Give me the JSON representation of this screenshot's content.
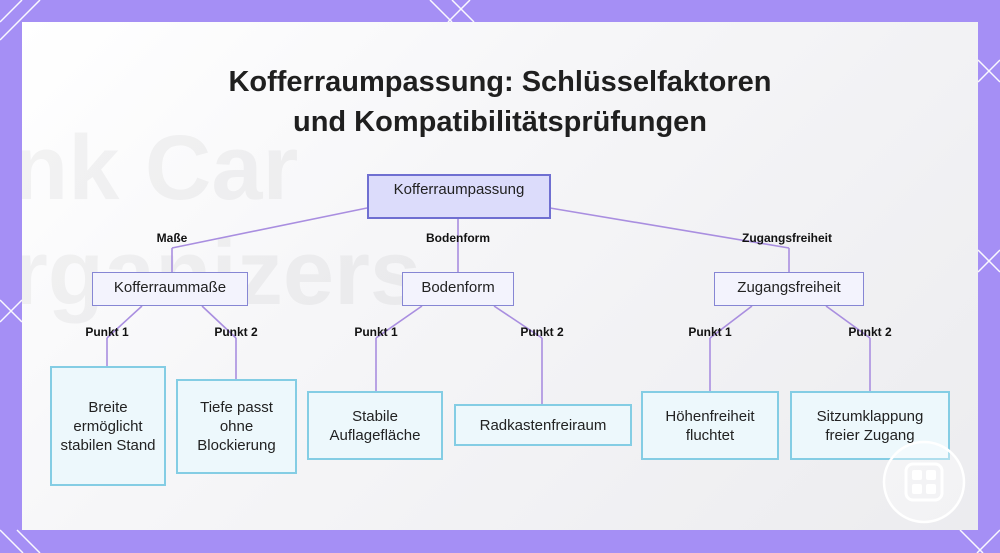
{
  "title": {
    "line1": "Kofferraumpassung: Schlüsselfaktoren",
    "line2": "und Kompatibilitätsprüfungen"
  },
  "background_text": {
    "line1": "nk Car",
    "line2": "rganizers"
  },
  "diagram": {
    "root": {
      "label": "Kofferraumpassung"
    },
    "branches": [
      {
        "edge_label": "Maße",
        "node": "Kofferraummaße",
        "children": [
          {
            "edge_label": "Punkt 1",
            "label": "Breite ermöglicht stabilen Stand"
          },
          {
            "edge_label": "Punkt 2",
            "label": "Tiefe passt ohne Blockierung"
          }
        ]
      },
      {
        "edge_label": "Bodenform",
        "node": "Bodenform",
        "children": [
          {
            "edge_label": "Punkt 1",
            "label": "Stabile Auflagefläche"
          },
          {
            "edge_label": "Punkt 2",
            "label": "Radkastenfreiraum"
          }
        ]
      },
      {
        "edge_label": "Zugangsfreiheit",
        "node": "Zugangsfreiheit",
        "children": [
          {
            "edge_label": "Punkt 1",
            "label": "Höhenfreiheit fluchtet"
          },
          {
            "edge_label": "Punkt 2",
            "label": "Sitzumklappung freier Zugang"
          }
        ]
      }
    ]
  },
  "colors": {
    "frame": "#a58ff5",
    "root_fill": "#dcdcfb",
    "root_border": "#6f6fd1",
    "mid_fill": "#f3f3fd",
    "mid_border": "#8686d4",
    "leaf_fill": "#edf8fc",
    "leaf_border": "#84cde4",
    "connector": "#a98ee0"
  },
  "icons": {
    "corner_badge": "app-grid-icon"
  }
}
